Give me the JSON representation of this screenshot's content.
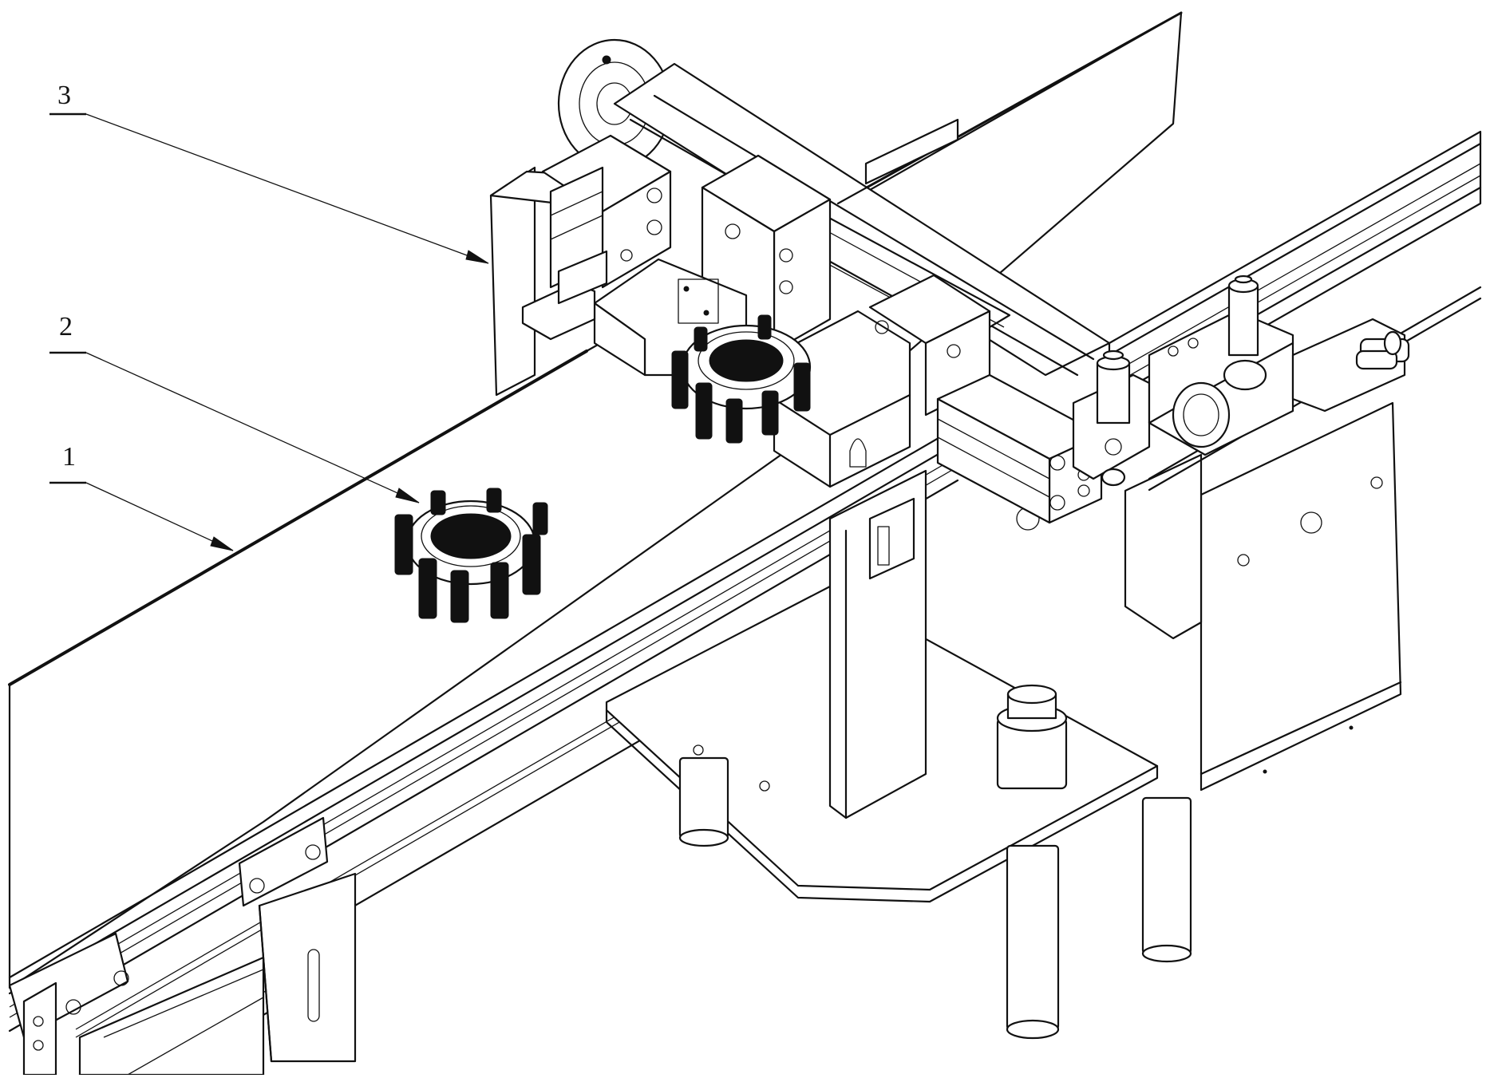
{
  "drawing": {
    "callouts": [
      {
        "id": "conveyor",
        "number": "1"
      },
      {
        "id": "workpiece",
        "number": "2"
      },
      {
        "id": "mechanism",
        "number": "3"
      }
    ]
  }
}
